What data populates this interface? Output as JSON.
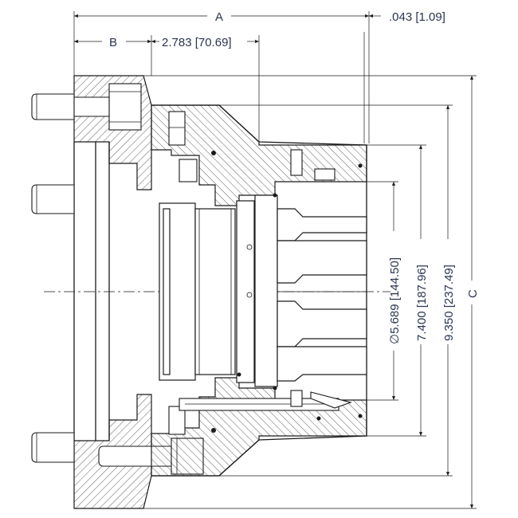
{
  "drawing": {
    "dimensions": {
      "A": "A",
      "B": "B",
      "C": "C",
      "clearance": ".043 [1.09]",
      "length": "2.783 [70.69]",
      "bore_dia": "∅5.689 [144.50]",
      "pilot_dia": "7.400 [187.96]",
      "flange_dia": "9.350 [237.49]"
    }
  }
}
